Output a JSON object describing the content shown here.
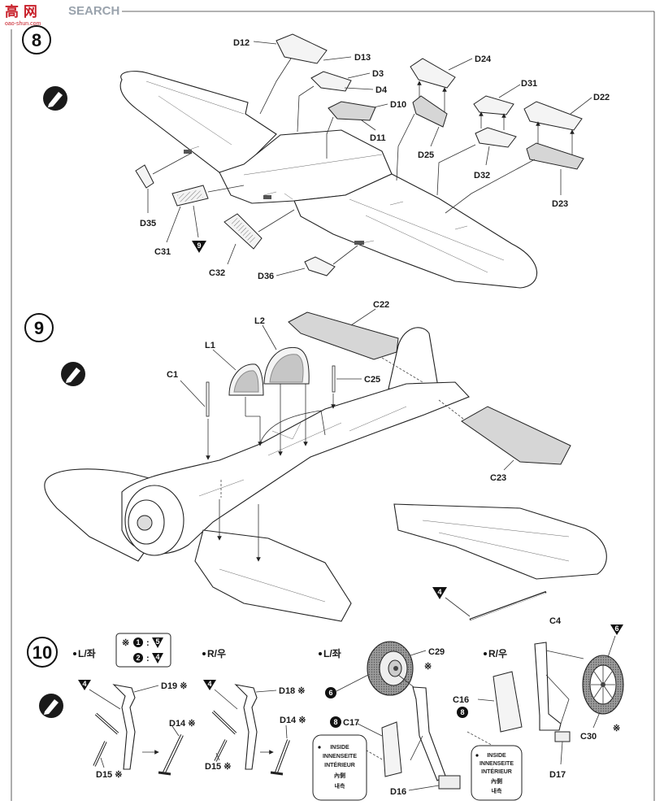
{
  "watermark": {
    "logo": "高 网",
    "brand": "SEARCH",
    "site": "oao-shun.com"
  },
  "step8": {
    "number": "8",
    "paint_ref": "9",
    "labels": {
      "d12": "D12",
      "d13": "D13",
      "d3": "D3",
      "d4": "D4",
      "d10": "D10",
      "d11": "D11",
      "d24": "D24",
      "d25": "D25",
      "d31": "D31",
      "d32": "D32",
      "d22": "D22",
      "d23": "D23",
      "d35": "D35",
      "c31": "C31",
      "c32": "C32",
      "d36": "D36"
    }
  },
  "step9": {
    "number": "9",
    "paint_ref": "4",
    "labels": {
      "c22": "C22",
      "l2": "L2",
      "l1": "L1",
      "c1": "C1",
      "c25": "C25",
      "c23": "C23",
      "c4": "C4"
    }
  },
  "step10": {
    "number": "10",
    "legend": {
      "mark": "※",
      "separator": ":",
      "row1": {
        "num": "1",
        "paint": "5"
      },
      "row2": {
        "num": "2",
        "paint": "4"
      }
    },
    "left_strut": {
      "side": "L/좌",
      "paint_ref": "4",
      "d19": "D19 ※",
      "d14": "D14 ※",
      "d15": "D15 ※"
    },
    "right_strut": {
      "side": "R/우",
      "paint_ref": "4",
      "d18": "D18 ※",
      "d14": "D14 ※",
      "d15": "D15 ※"
    },
    "left_wheel": {
      "side": "L/좌",
      "c29": "C29",
      "mark": "※",
      "paint_tire": "6",
      "paint_door": "8",
      "c17": "C17",
      "d16": "D16",
      "inside_note": [
        "INSIDE",
        "INNENSEITE",
        "INTÉRIEUR",
        "內側",
        "내측"
      ]
    },
    "right_wheel": {
      "side": "R/우",
      "c16": "C16",
      "paint_door": "8",
      "c30": "C30",
      "mark": "※",
      "paint_tire": "6",
      "d17": "D17",
      "inside_note": [
        "INSIDE",
        "INNENSEITE",
        "INTÉRIEUR",
        "內側",
        "내측"
      ]
    }
  },
  "colors": {
    "ink": "#222222",
    "watermark_red": "#c8202a",
    "watermark_grey": "#9aa3ad",
    "part_fill": "#d6d6d6"
  }
}
